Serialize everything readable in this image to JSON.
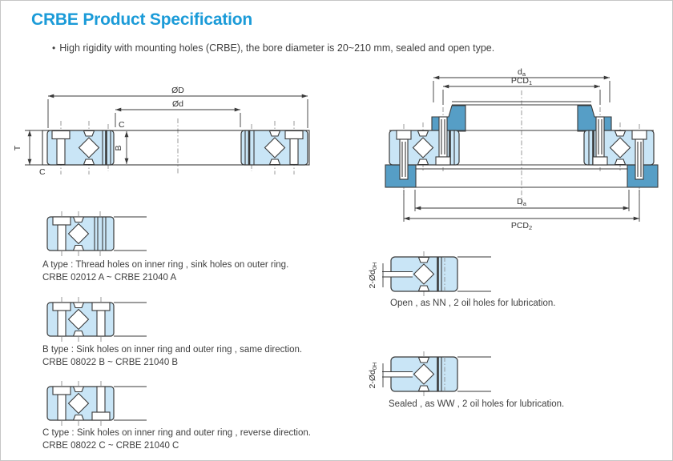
{
  "header": {
    "title": "CRBE Product Specification",
    "bullet_marker": "•",
    "bullet_text": "High rigidity with mounting holes (CRBE), the bore diameter is 20~210 mm, sealed and open type."
  },
  "colors": {
    "accent": "#1b9bd8",
    "line": "#3a3a3a",
    "bearing_fill": "#c9e5f6",
    "housing_fill": "#569ec6",
    "centerline": "#8f8f8f",
    "text": "#3f3f3f"
  },
  "cross_section": {
    "dim_outer_diameter": "ØD",
    "dim_bore_diameter": "Ød",
    "dim_chamfer_top": "C",
    "dim_width": "B",
    "dim_thickness": "T",
    "dim_chamfer_bottom": "C"
  },
  "mounting": {
    "dim_da_base": "d",
    "dim_da_sub": "a",
    "dim_pcd1_base": "PCD",
    "dim_pcd1_sub": "1",
    "dim_Da_base": "D",
    "dim_Da_sub": "a",
    "dim_pcd2_base": "PCD",
    "dim_pcd2_sub": "2"
  },
  "types": [
    {
      "description": "A type : Thread holes on inner ring , sink holes on outer ring.",
      "range": "CRBE 02012 A ~ CRBE 21040 A"
    },
    {
      "description": "B type : Sink holes on inner ring and outer ring , same direction.",
      "range": "CRBE 08022 B ~ CRBE 21040 B"
    },
    {
      "description": "C type : Sink holes on inner ring and outer ring , reverse direction.",
      "range": "CRBE 08022 C ~ CRBE 21040 C"
    }
  ],
  "lubrication": [
    {
      "hole_label_base": "2-Ød",
      "hole_label_sub": "0H",
      "caption": "Open , as NN , 2 oil holes for lubrication."
    },
    {
      "hole_label_base": "2-Ød",
      "hole_label_sub": "0H",
      "caption": "Sealed , as WW , 2 oil holes for lubrication."
    }
  ]
}
